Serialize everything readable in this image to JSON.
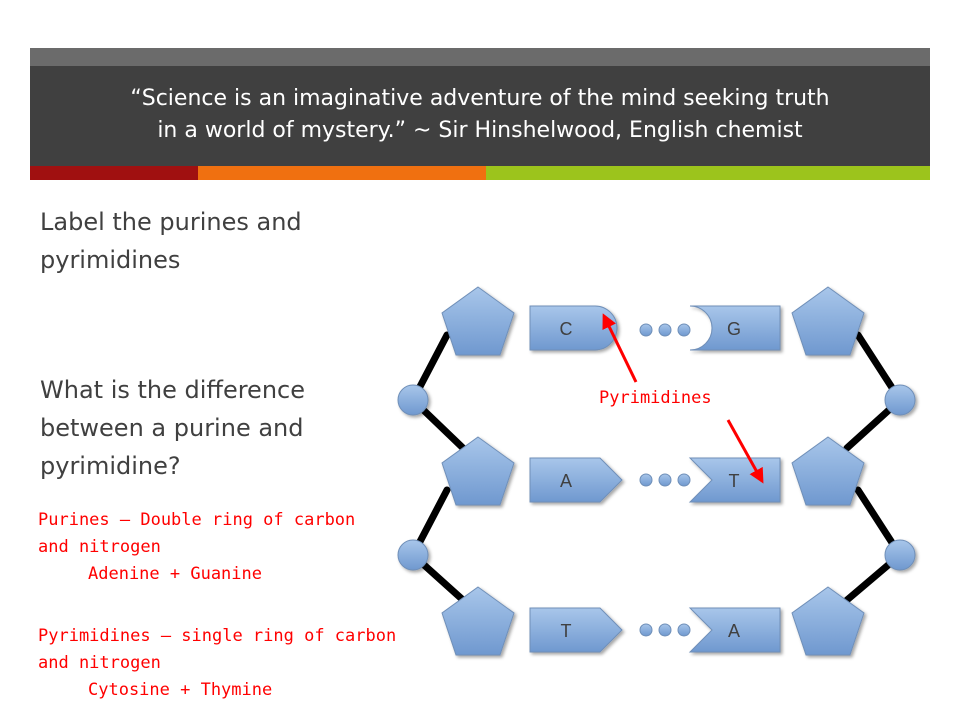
{
  "header": {
    "quote_line1": "“Science is an imaginative adventure of the mind seeking truth",
    "quote_line2": "in a world of mystery.” ~ Sir Hinshelwood, English chemist"
  },
  "content": {
    "prompt1_line1": "Label the purines and",
    "prompt1_line2": "pyrimidines",
    "prompt2_line1": "What is the difference",
    "prompt2_line2": "between a purine and",
    "prompt2_line3": "pyrimidine?"
  },
  "answer": {
    "purines_line1": "Purines – Double ring of carbon",
    "purines_line2": "and nitrogen",
    "purines_examples": "Adenine + Guanine",
    "pyrimidines_line1": "Pyrimidines – single ring of carbon",
    "pyrimidines_line2": "and nitrogen",
    "pyrimidines_examples": "Cytosine + Thymine"
  },
  "diagram": {
    "pairs": [
      {
        "left": "C",
        "right": "G"
      },
      {
        "left": "A",
        "right": "T"
      },
      {
        "left": "T",
        "right": "A"
      }
    ],
    "annotation": "Pyrimidines",
    "colors": {
      "shape_fill": "#7fa9d9",
      "backbone": "#000000",
      "annotation": "#ff0000",
      "text": "#404040"
    }
  }
}
